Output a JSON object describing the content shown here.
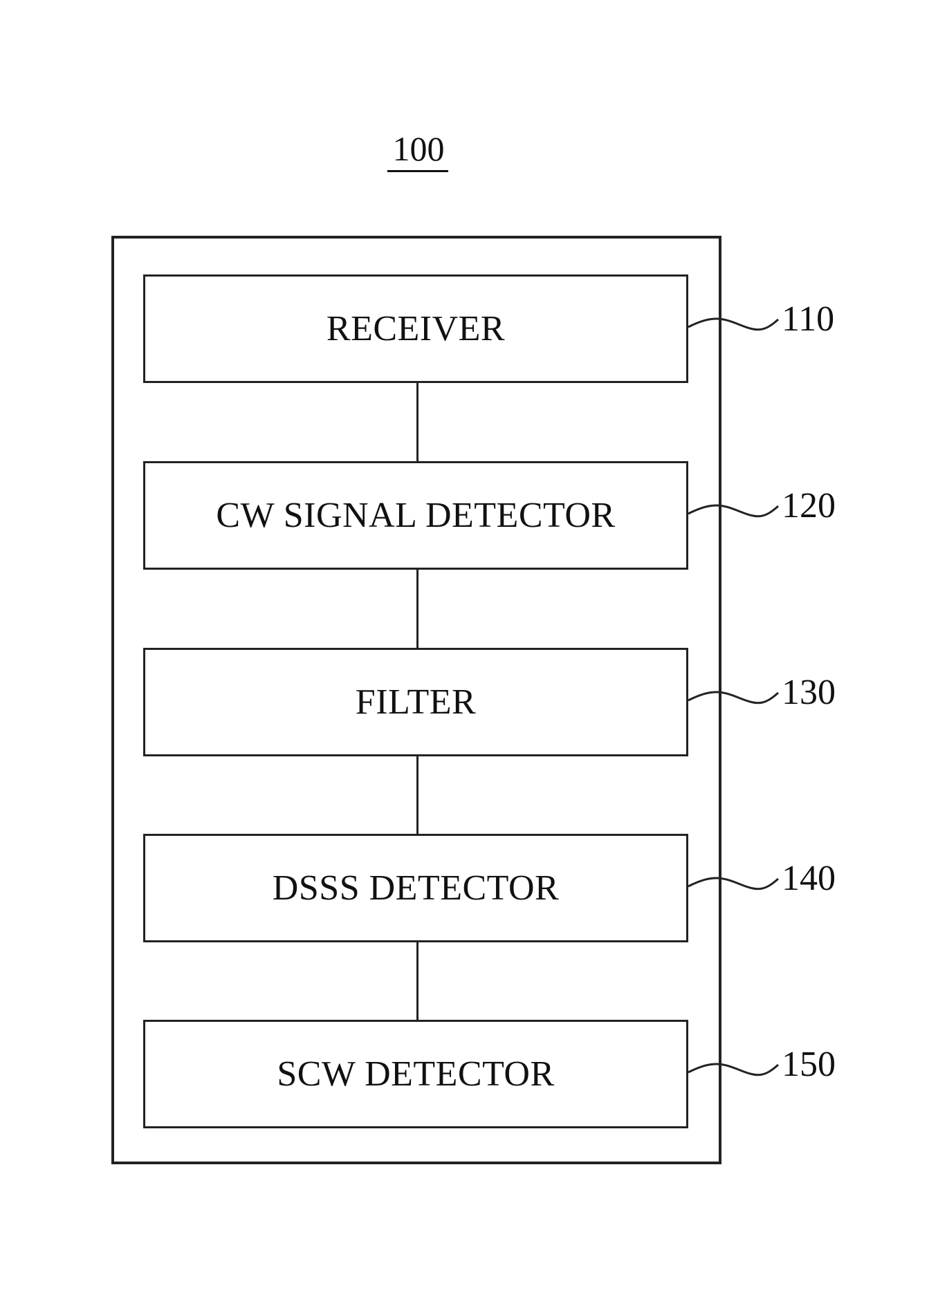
{
  "figure": {
    "reference_numeral": "100"
  },
  "blocks": [
    {
      "label": "RECEIVER",
      "ref": "110"
    },
    {
      "label": "CW SIGNAL DETECTOR",
      "ref": "120"
    },
    {
      "label": "FILTER",
      "ref": "130"
    },
    {
      "label": "DSSS DETECTOR",
      "ref": "140"
    },
    {
      "label": "SCW DETECTOR",
      "ref": "150"
    }
  ]
}
